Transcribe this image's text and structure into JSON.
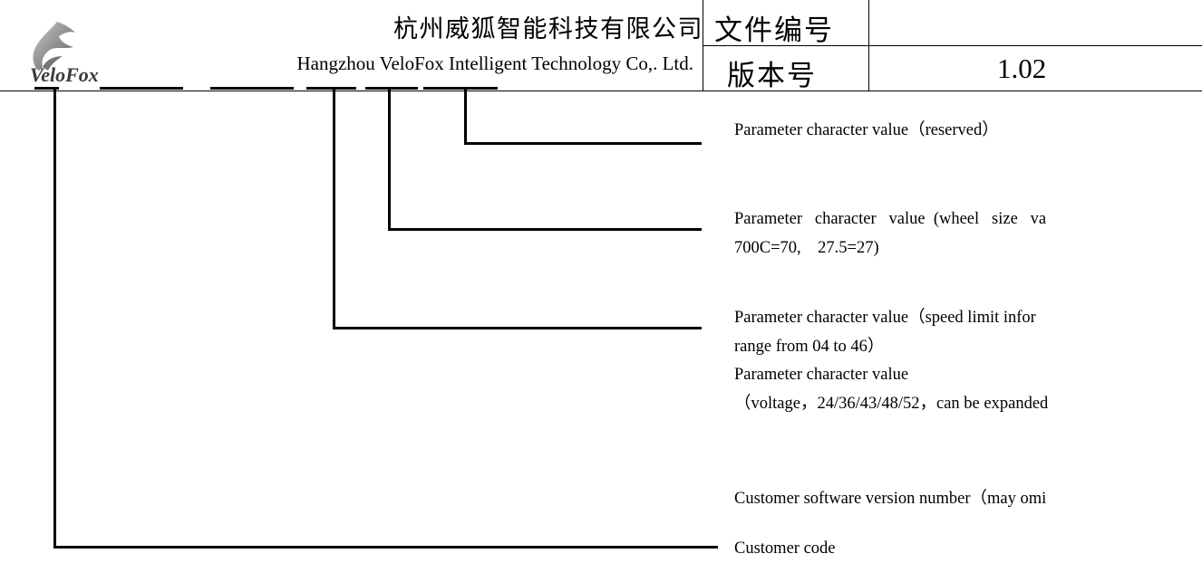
{
  "header": {
    "company_cn": "杭州威狐智能科技有限公司",
    "company_en": "Hangzhou VeloFox Intelligent Technology Co,. Ltd.",
    "logo_text": "VeloFox",
    "doc_number_label": "文件编号",
    "doc_number_value": "",
    "version_label": "版本号",
    "version_value": "1.02"
  },
  "descriptions": [
    {
      "line1": "Parameter character value（reserved）",
      "line2": ""
    },
    {
      "line1": "Parameter   character   value  (wheel   size   va",
      "line2": "700C=70,    27.5=27)"
    },
    {
      "line1": "Parameter character value（speed limit infor",
      "line2": "range from 04 to 46）"
    },
    {
      "line1": "Parameter character value",
      "line2": "（voltage，24/36/43/48/52，can be expanded"
    },
    {
      "line1": "Customer software version number（may omi",
      "line2": ""
    },
    {
      "line1": "Customer code",
      "line2": ""
    }
  ]
}
